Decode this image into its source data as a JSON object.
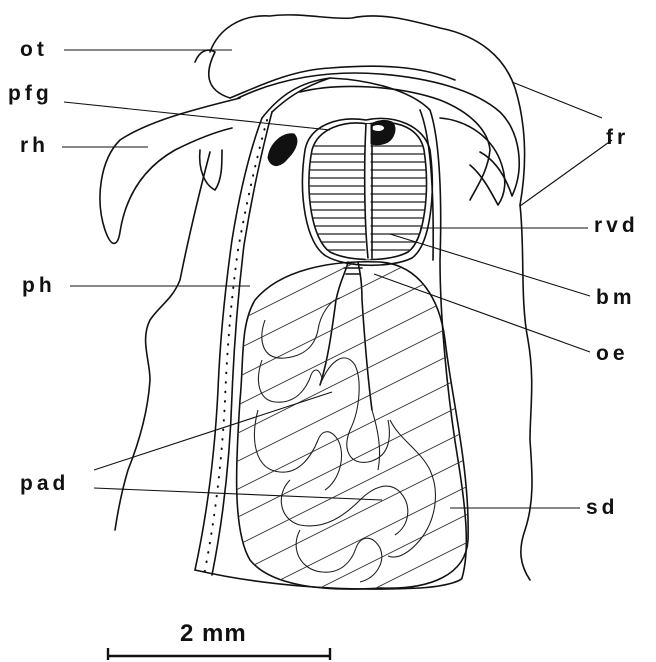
{
  "labels": {
    "ot": "ot",
    "pfg": "pfg",
    "rh": "rh",
    "ph": "ph",
    "pad": "pad",
    "fr": "fr",
    "rvd": "rvd",
    "bm": "bm",
    "oe": "oe",
    "sd": "sd"
  },
  "scale_bar": {
    "label": "2 mm"
  }
}
